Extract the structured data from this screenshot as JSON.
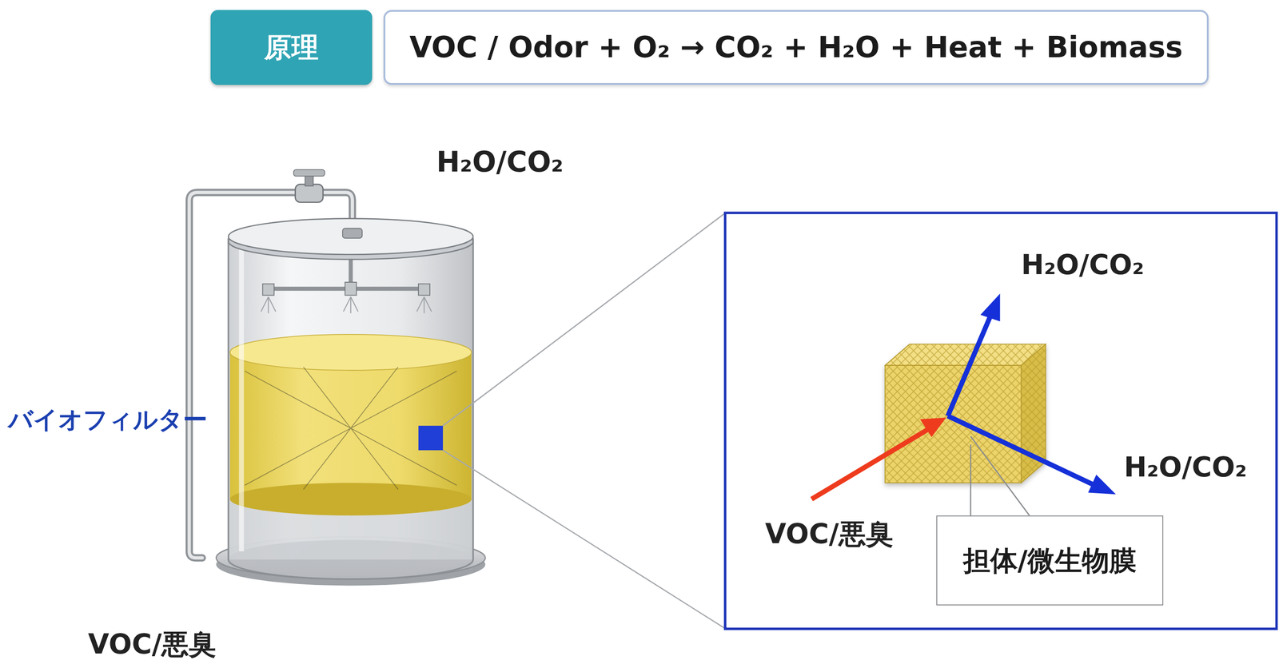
{
  "diagram": {
    "nodes": [
      {
        "text": [
          "原理"
        ]
      },
      {
        "text": [
          "VOC / Odor + O₂ → CO₂ + H₂O + Heat + Biomass"
        ]
      },
      {
        "text": [
          "担体/微生物膜"
        ]
      }
    ],
    "labels": [
      "H₂O/CO₂",
      "バイオフィルター",
      "VOC/悪臭",
      "H₂O/CO₂",
      "H₂O/CO₂",
      "VOC/悪臭"
    ]
  }
}
